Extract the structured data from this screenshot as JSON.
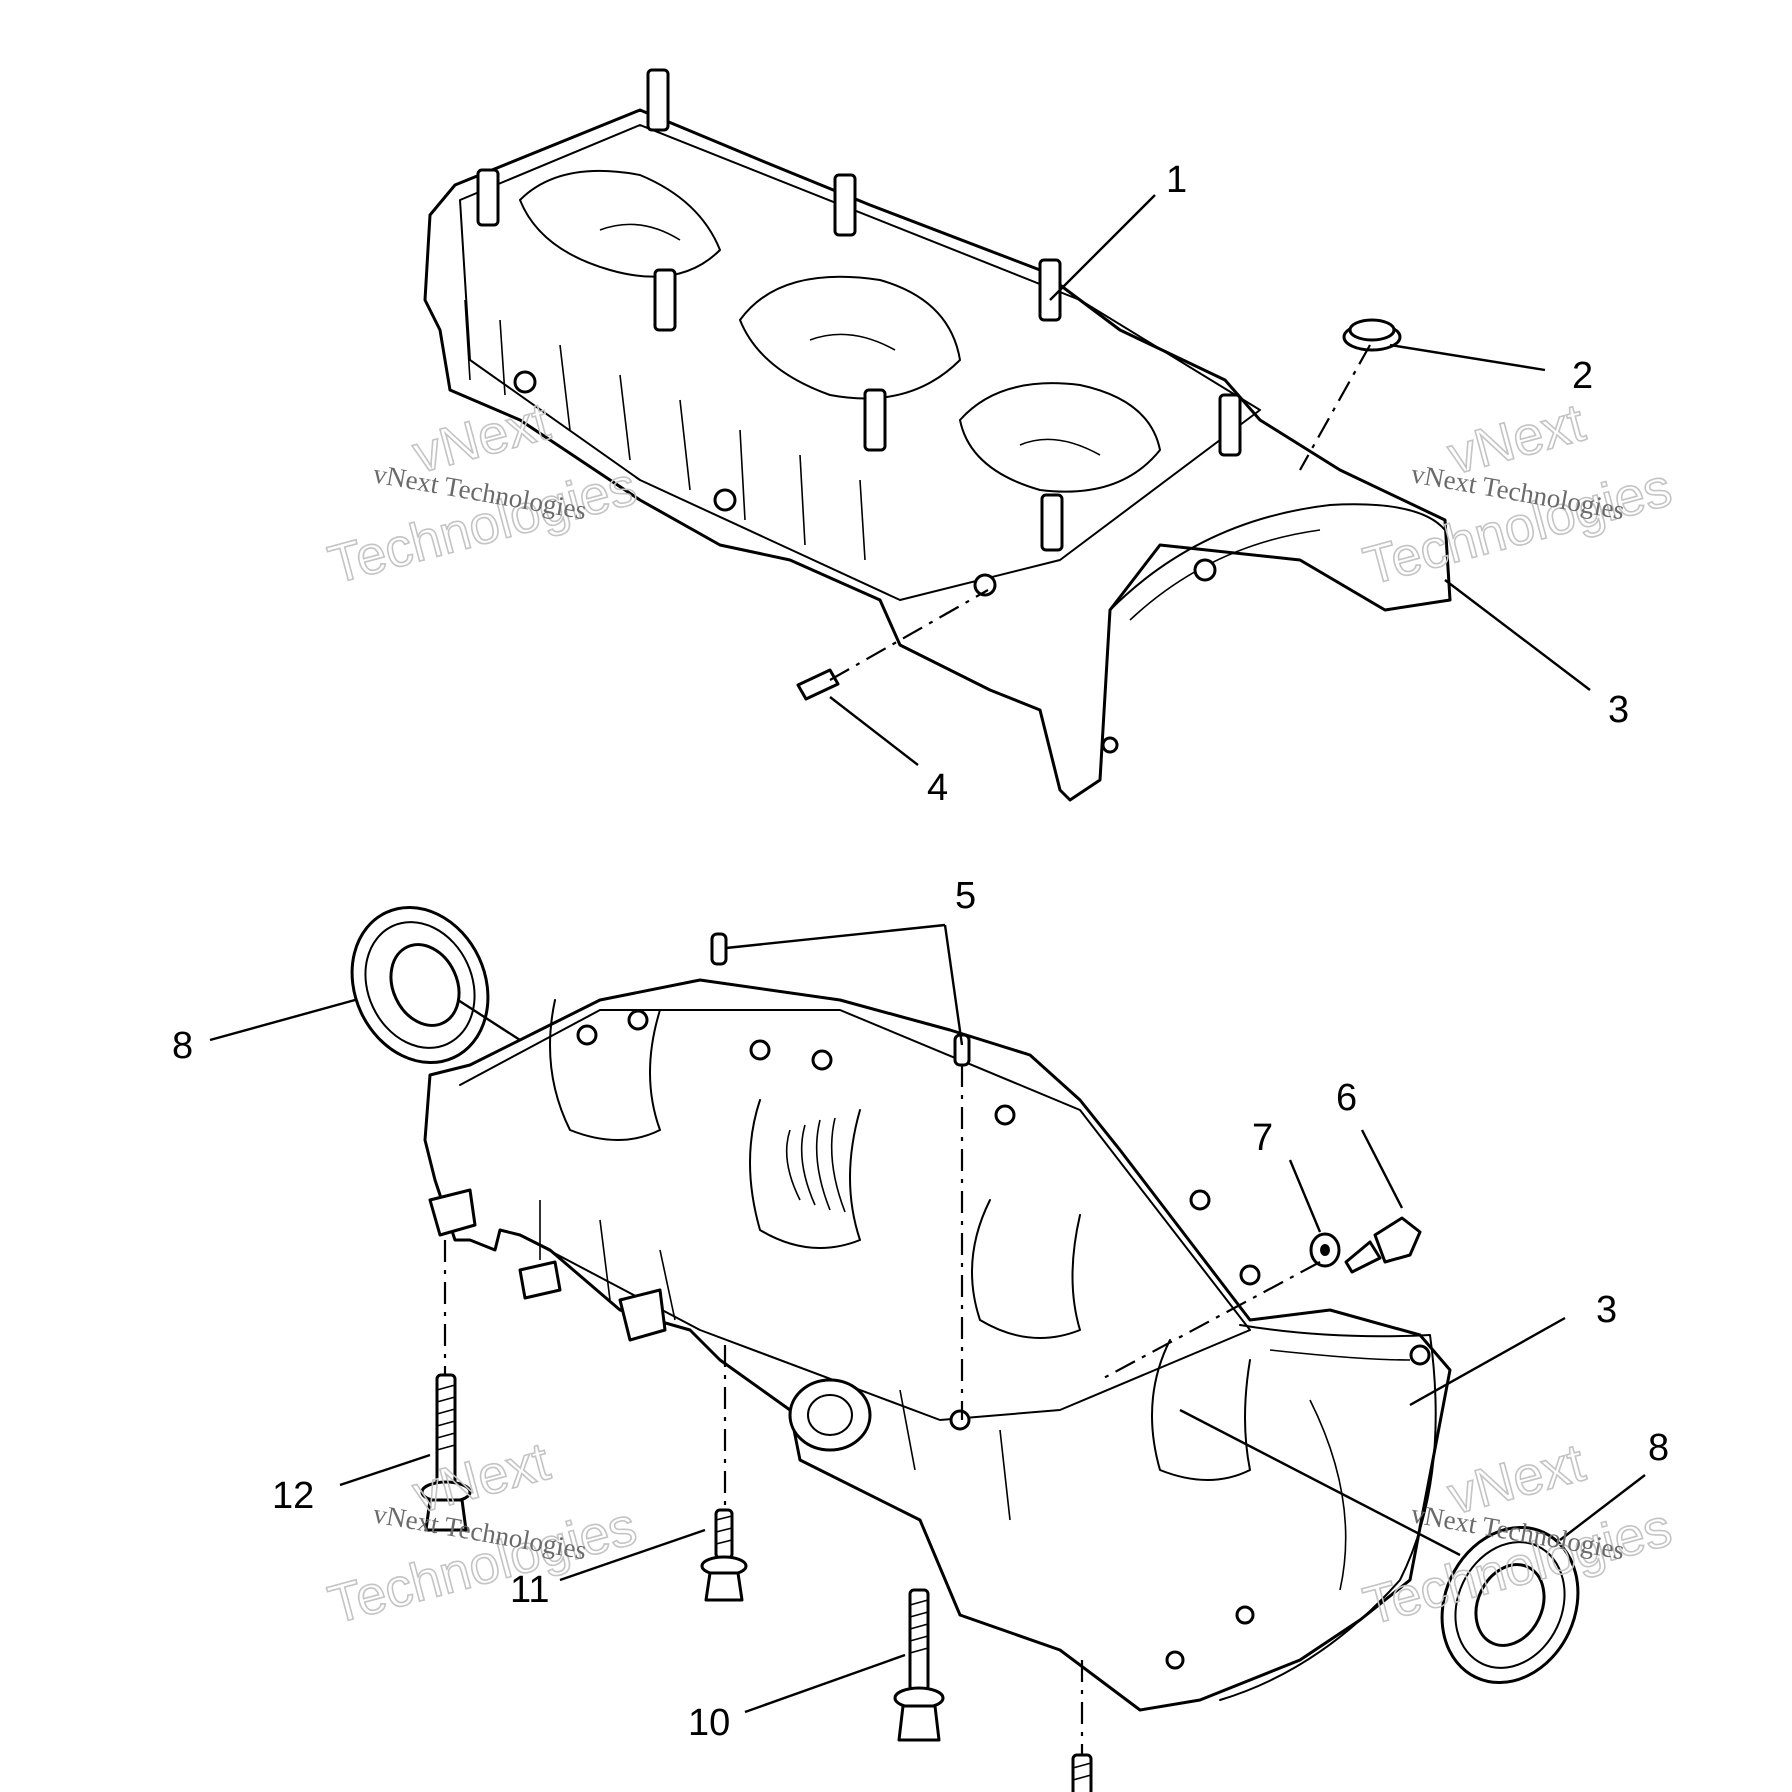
{
  "callouts": {
    "c1": "1",
    "c2": "2",
    "c3_top": "3",
    "c4": "4",
    "c5": "5",
    "c6": "6",
    "c7": "7",
    "c3_bottom": "3",
    "c8_left": "8",
    "c8_right": "8",
    "c10": "10",
    "c11": "11",
    "c12": "12"
  },
  "watermarks": {
    "line1": "vNext",
    "line2": "Technologies",
    "small": "vNext Technologies"
  }
}
